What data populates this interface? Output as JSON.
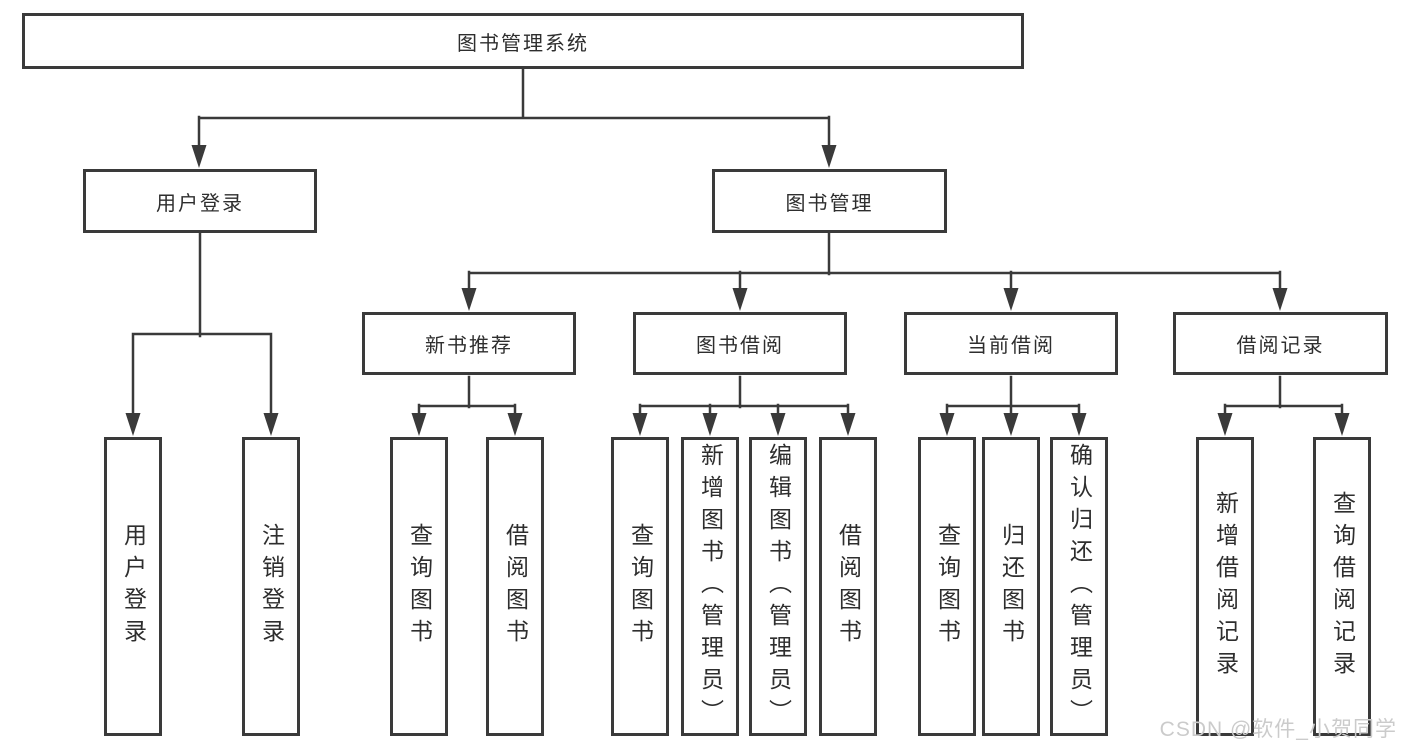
{
  "diagram": {
    "root": "图书管理系统",
    "user_branch": {
      "label": "用户登录",
      "children": [
        "用户登录",
        "注销登录"
      ]
    },
    "book_branch": {
      "label": "图书管理",
      "groups": [
        {
          "label": "新书推荐",
          "children": [
            "查询图书",
            "借阅图书"
          ]
        },
        {
          "label": "图书借阅",
          "children": [
            "查询图书",
            "新增图书（管理员）",
            "编辑图书（管理员）",
            "借阅图书"
          ]
        },
        {
          "label": "当前借阅",
          "children": [
            "查询图书",
            "归还图书",
            "确认归还（管理员）"
          ]
        },
        {
          "label": "借阅记录",
          "children": [
            "新增借阅记录",
            "查询借阅记录"
          ]
        }
      ]
    }
  },
  "watermark": "CSDN @软件_小贺同学",
  "colors": {
    "line": "#3a3a3a",
    "text": "#2e2e2e",
    "watermark": "#cbcbcb",
    "background": "#ffffff"
  }
}
